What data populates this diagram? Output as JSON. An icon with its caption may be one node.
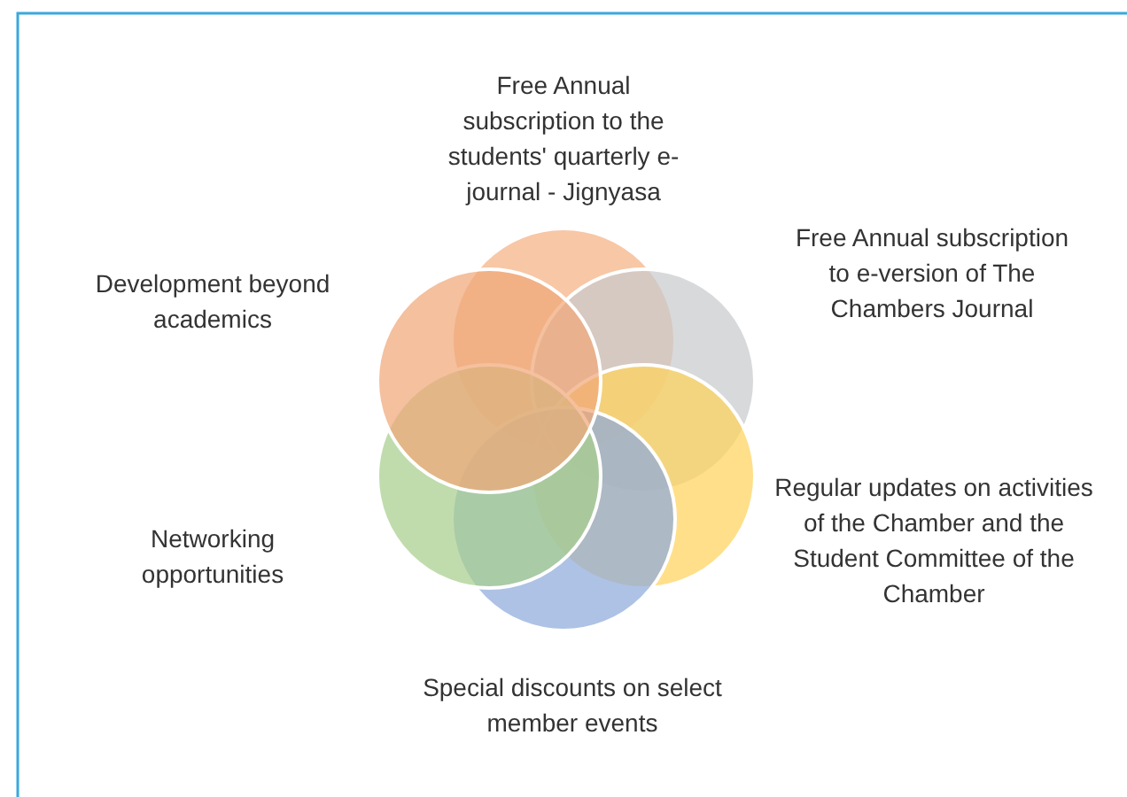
{
  "diagram": {
    "labels": [
      "Free Annual subscription to the students' quarterly e-journal - Jignyasa",
      "Development beyond academics",
      "Free Annual subscription to e-version of The Chambers Journal",
      "Networking opportunities",
      "Regular updates on activities of the Chamber and the Student Committee of the Chamber",
      "Special discounts on select member events"
    ]
  }
}
